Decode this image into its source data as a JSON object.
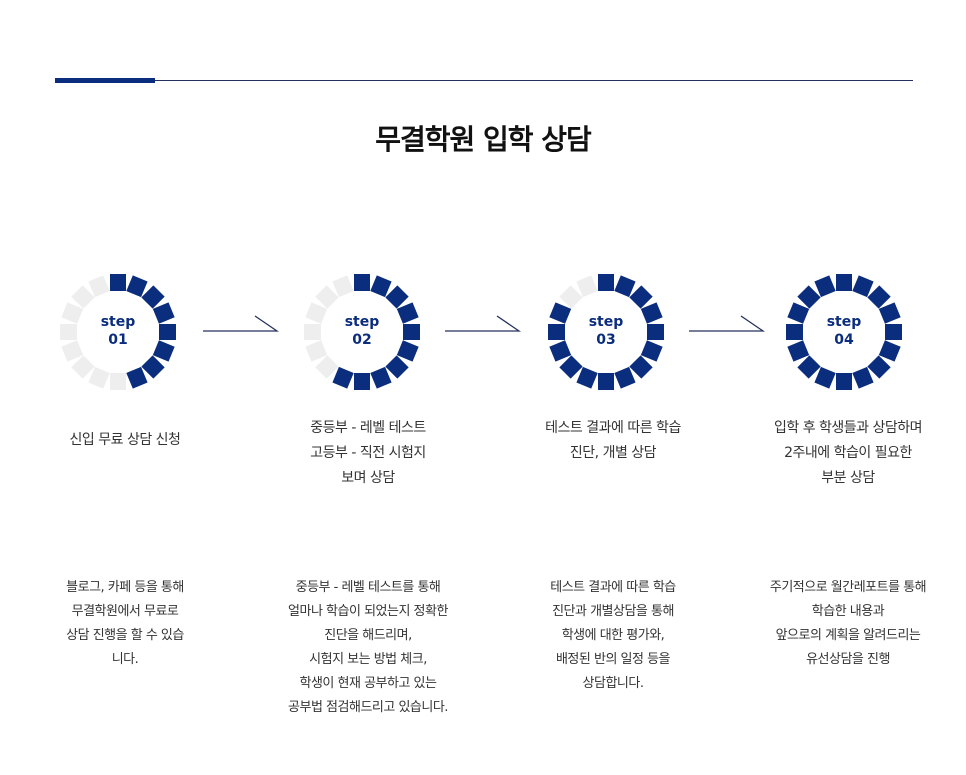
{
  "header": {
    "title": "무결학원 입학 상담"
  },
  "colors": {
    "active_segment": "#0b2d7d",
    "inactive_segment": "#eeeeee",
    "rule": "#24305e"
  },
  "steps": [
    {
      "word": "step",
      "number": "01",
      "filled_segments": 8,
      "total_segments": 16,
      "short_desc": [
        "신입 무료 상담 신청"
      ],
      "long_desc": [
        "블로그, 카페 등을 통해",
        "무결학원에서 무료로",
        "상담 진행을 할 수 있습",
        "니다."
      ]
    },
    {
      "word": "step",
      "number": "02",
      "filled_segments": 10,
      "total_segments": 16,
      "short_desc": [
        "중등부 - 레벨 테스트",
        "고등부 - 직전 시험지",
        "보며 상담"
      ],
      "long_desc": [
        "중등부 - 레벨 테스트를 통해",
        "얼마나 학습이 되었는지 정확한",
        "진단을 해드리며,",
        "시험지 보는 방법 체크,",
        "학생이 현재 공부하고 있는",
        "공부법 점검해드리고 있습니다."
      ]
    },
    {
      "word": "step",
      "number": "03",
      "filled_segments": 14,
      "total_segments": 16,
      "short_desc": [
        "테스트 결과에 따른 학습",
        "진단, 개별 상담"
      ],
      "long_desc": [
        "테스트 결과에 따른 학습",
        "진단과 개별상담을 통해",
        "학생에 대한 평가와,",
        "배정된 반의 일정 등을",
        "상담합니다."
      ]
    },
    {
      "word": "step",
      "number": "04",
      "filled_segments": 16,
      "total_segments": 16,
      "short_desc": [
        "입학 후 학생들과 상담하며",
        "2주내에 학습이 필요한",
        "부분 상담"
      ],
      "long_desc": [
        "주기적으로 월간레포트를 통해",
        "학습한 내용과",
        "앞으로의 계획을 알려드리는",
        "유선상담을 진행"
      ]
    }
  ],
  "icons": {
    "arrow": "arrow-right-icon"
  }
}
